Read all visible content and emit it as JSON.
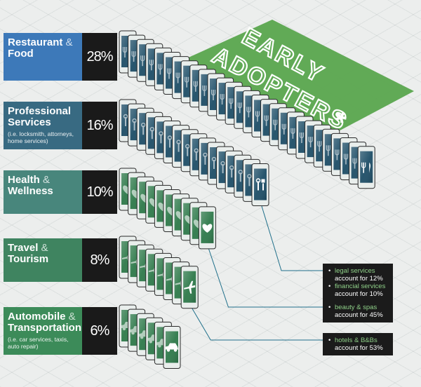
{
  "chart_data": {
    "type": "bar",
    "categories": [
      {
        "name": "Restaurant",
        "amp": "&",
        "name2": "Food",
        "sub": "",
        "value": 28,
        "label": "28%",
        "color": "#3d79b9",
        "icon": "fork-knife-icon"
      },
      {
        "name": "Professional",
        "amp": "",
        "name2": "Services",
        "sub": "(i.e. locksmith, attorneys, home services)",
        "value": 16,
        "label": "16%",
        "color": "#386a82",
        "icon": "wrench-icon"
      },
      {
        "name": "Health",
        "amp": "&",
        "name2": "Wellness",
        "sub": "",
        "value": 10,
        "label": "10%",
        "color": "#48867c",
        "icon": "heart-icon"
      },
      {
        "name": "Travel",
        "amp": "&",
        "name2": "Tourism",
        "sub": "",
        "value": 8,
        "label": "8%",
        "color": "#3f8460",
        "icon": "airplane-icon"
      },
      {
        "name": "Automobile",
        "amp": "&",
        "name2": "Transportation",
        "sub": "(i.e. car services, taxis, auto repair)",
        "value": 6,
        "label": "6%",
        "color": "#3c8b59",
        "icon": "car-icon"
      }
    ],
    "banner": {
      "line1": "EARLY",
      "line2": "ADOPTERS",
      "mark": "*"
    },
    "colors": {
      "phone_blue": "#1f4f68",
      "phone_green": "#2f7a4b",
      "banner": "#5aa54e",
      "dark": "#1b1b1b"
    },
    "callouts": [
      {
        "lines": [
          {
            "bullet": "•",
            "text": "legal services",
            "green": true
          },
          {
            "bullet": "",
            "text": "account for 12%",
            "green": false
          },
          {
            "bullet": "•",
            "text": "financial services",
            "green": true
          },
          {
            "bullet": "",
            "text": "account for 10%",
            "green": false
          }
        ]
      },
      {
        "lines": [
          {
            "bullet": "•",
            "text": "beauty & spas",
            "green": true
          },
          {
            "bullet": "",
            "text": "account for 45%",
            "green": false
          }
        ]
      },
      {
        "lines": [
          {
            "bullet": "•",
            "text": "hotels & B&Bs",
            "green": true
          },
          {
            "bullet": "",
            "text": "account for 53%",
            "green": false
          }
        ]
      }
    ]
  }
}
